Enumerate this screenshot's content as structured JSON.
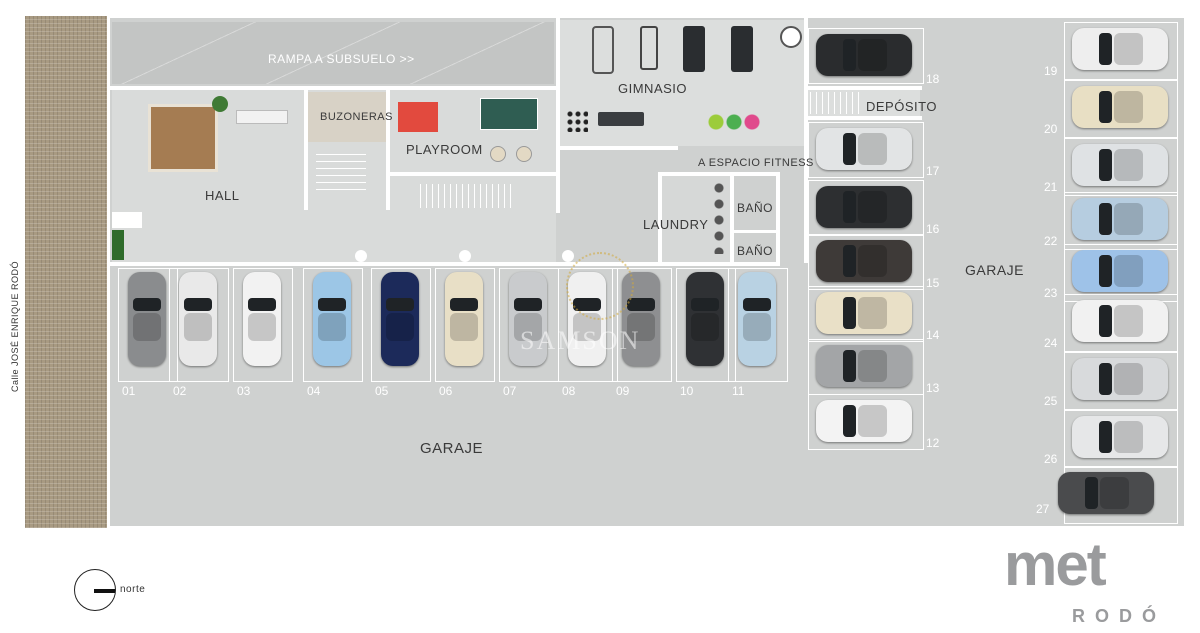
{
  "street_label": "Calle JOSÉ ENRIQUE RODÓ",
  "rooms": {
    "ramp": "RAMPA A SUBSUELO >>",
    "gym": "GIMNASIO",
    "deposit": "DEPÓSITO",
    "mailboxes": "BUZONERAS",
    "playroom": "PLAYROOM",
    "hall": "HALL",
    "fitness_access": "A ESPACIO FITNESS",
    "laundry": "LAUNDRY",
    "bath_1": "BAÑO",
    "bath_2": "BAÑO",
    "garage_right": "GARAJE",
    "garage_bottom": "GARAJE"
  },
  "parking_spaces": [
    "01",
    "02",
    "03",
    "04",
    "05",
    "06",
    "07",
    "08",
    "09",
    "10",
    "11",
    "12",
    "13",
    "14",
    "15",
    "16",
    "17",
    "18",
    "19",
    "20",
    "21",
    "22",
    "23",
    "24",
    "25",
    "26",
    "27"
  ],
  "compass_label": "norte",
  "watermark": "SAMSON",
  "logo": {
    "line1": "met",
    "line2": "RODÓ"
  },
  "colors": {
    "floor": "#cfd1d0",
    "sidewalk": "#a89a82",
    "wall": "#ffffff",
    "label": "#3a3a3a"
  }
}
